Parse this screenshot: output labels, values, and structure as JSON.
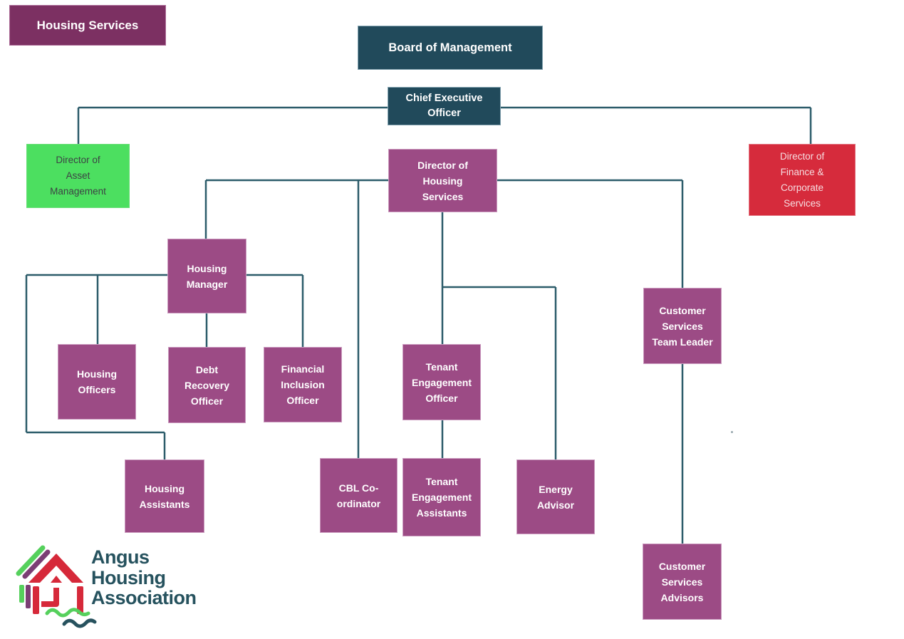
{
  "page": {
    "banner": "Housing Services"
  },
  "colors": {
    "banner_purple": "#7c3062",
    "node_purple": "#9c4b85",
    "node_teal": "#214a5b",
    "node_green": "#4cdf60",
    "node_red": "#d62b3c",
    "connector": "#2c5c6a",
    "logo_teal": "#26525e",
    "logo_green": "#55d05c",
    "logo_red": "#d6293a",
    "logo_purple": "#7b3e74"
  },
  "chart_nodes": {
    "board": {
      "label": "Board of Management"
    },
    "ceo": {
      "label": "Chief Executive\nOfficer"
    },
    "dir_asset": {
      "label": "Director of\nAsset\nManagement"
    },
    "dir_housing": {
      "label": "Director of\nHousing\nServices"
    },
    "dir_finance": {
      "label": "Director of\nFinance &\nCorporate\nServices"
    },
    "housing_manager": {
      "label": "Housing\nManager"
    },
    "housing_officers": {
      "label": "Housing\nOfficers"
    },
    "debt_recovery": {
      "label": "Debt\nRecovery\nOfficer"
    },
    "financial_inclusion": {
      "label": "Financial\nInclusion\nOfficer"
    },
    "tenant_engagement_officer": {
      "label": "Tenant\nEngagement\nOfficer"
    },
    "customer_services_team_leader": {
      "label": "Customer\nServices\nTeam Leader"
    },
    "housing_assistants": {
      "label": "Housing\nAssistants"
    },
    "cbl_coordinator": {
      "label": "CBL Co-\nordinator"
    },
    "tenant_engagement_assistants": {
      "label": "Tenant\nEngagement\nAssistants"
    },
    "energy_advisor": {
      "label": "Energy\nAdvisor"
    },
    "customer_services_advisors": {
      "label": "Customer\nServices\nAdvisors"
    }
  },
  "hierarchy": [
    {
      "parent": "Chief Executive Officer",
      "child": "Director of Asset Management"
    },
    {
      "parent": "Chief Executive Officer",
      "child": "Director of Finance & Corporate Services"
    },
    {
      "parent": "Director of Housing Services",
      "child": "Housing Manager"
    },
    {
      "parent": "Director of Housing Services",
      "child": "CBL Co-ordinator"
    },
    {
      "parent": "Director of Housing Services",
      "child": "Tenant Engagement Officer"
    },
    {
      "parent": "Director of Housing Services",
      "child": "Energy Advisor"
    },
    {
      "parent": "Director of Housing Services",
      "child": "Customer Services Team Leader"
    },
    {
      "parent": "Housing Manager",
      "child": "Housing Officers"
    },
    {
      "parent": "Housing Manager",
      "child": "Debt Recovery Officer"
    },
    {
      "parent": "Housing Manager",
      "child": "Financial Inclusion Officer"
    },
    {
      "parent": "Housing Manager",
      "child": "Housing Assistants"
    },
    {
      "parent": "Tenant Engagement Officer",
      "child": "Tenant Engagement Assistants"
    },
    {
      "parent": "Customer Services Team Leader",
      "child": "Customer Services Advisors"
    }
  ],
  "logo": {
    "line1": "Angus",
    "line2": "Housing",
    "line3": "Association"
  }
}
